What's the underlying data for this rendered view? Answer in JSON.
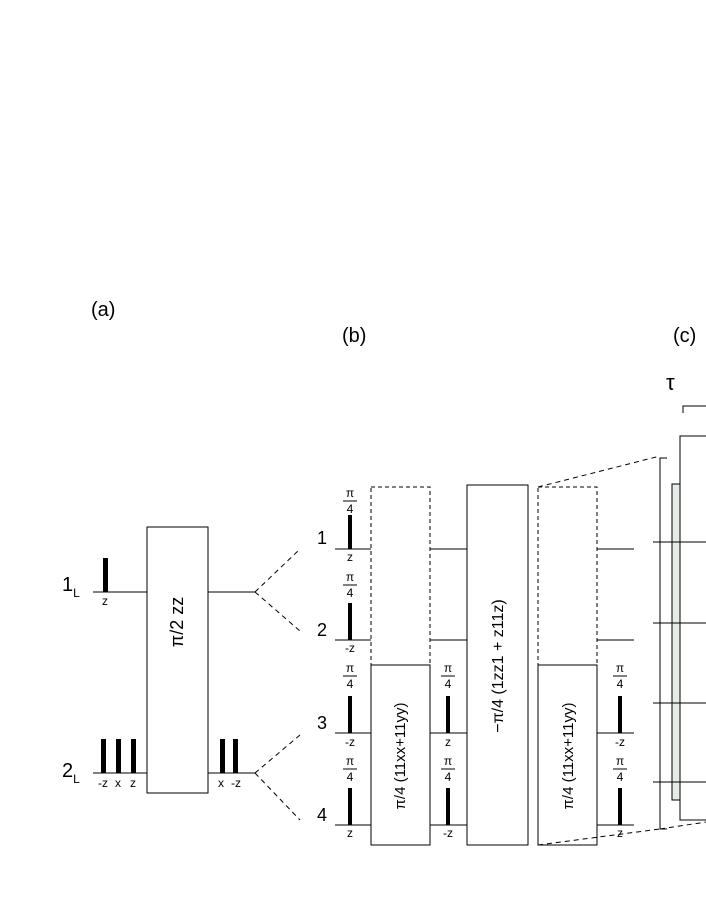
{
  "panels": {
    "a": "(a)",
    "b": "(b)",
    "c": "(c)"
  },
  "panel_a": {
    "qubits": [
      {
        "name": "1",
        "sub": "L"
      },
      {
        "name": "2",
        "sub": "L"
      }
    ],
    "qubit1_pulses": [
      "z"
    ],
    "qubit2_pre_pulses": [
      "-z",
      "x",
      "z"
    ],
    "qubit2_post_pulses": [
      "x",
      "-z"
    ],
    "gate_label": "π/2 zz"
  },
  "panel_b": {
    "qubits": [
      "1",
      "2",
      "3",
      "4"
    ],
    "angle_num": "π",
    "angle_den": "4",
    "pulse_col1": [
      "z",
      "-z",
      "-z",
      "z"
    ],
    "pulse_col2": [
      "z",
      "-z"
    ],
    "pulse_col3": [
      "-z",
      "z"
    ],
    "gate_left": "π/4 (11xx+11yy)",
    "gate_center": "−π/4 (1zz1 + z11z)",
    "gate_right": "π/4 (11xx+11yy)"
  },
  "panel_c": {
    "tau_label": "τ"
  }
}
